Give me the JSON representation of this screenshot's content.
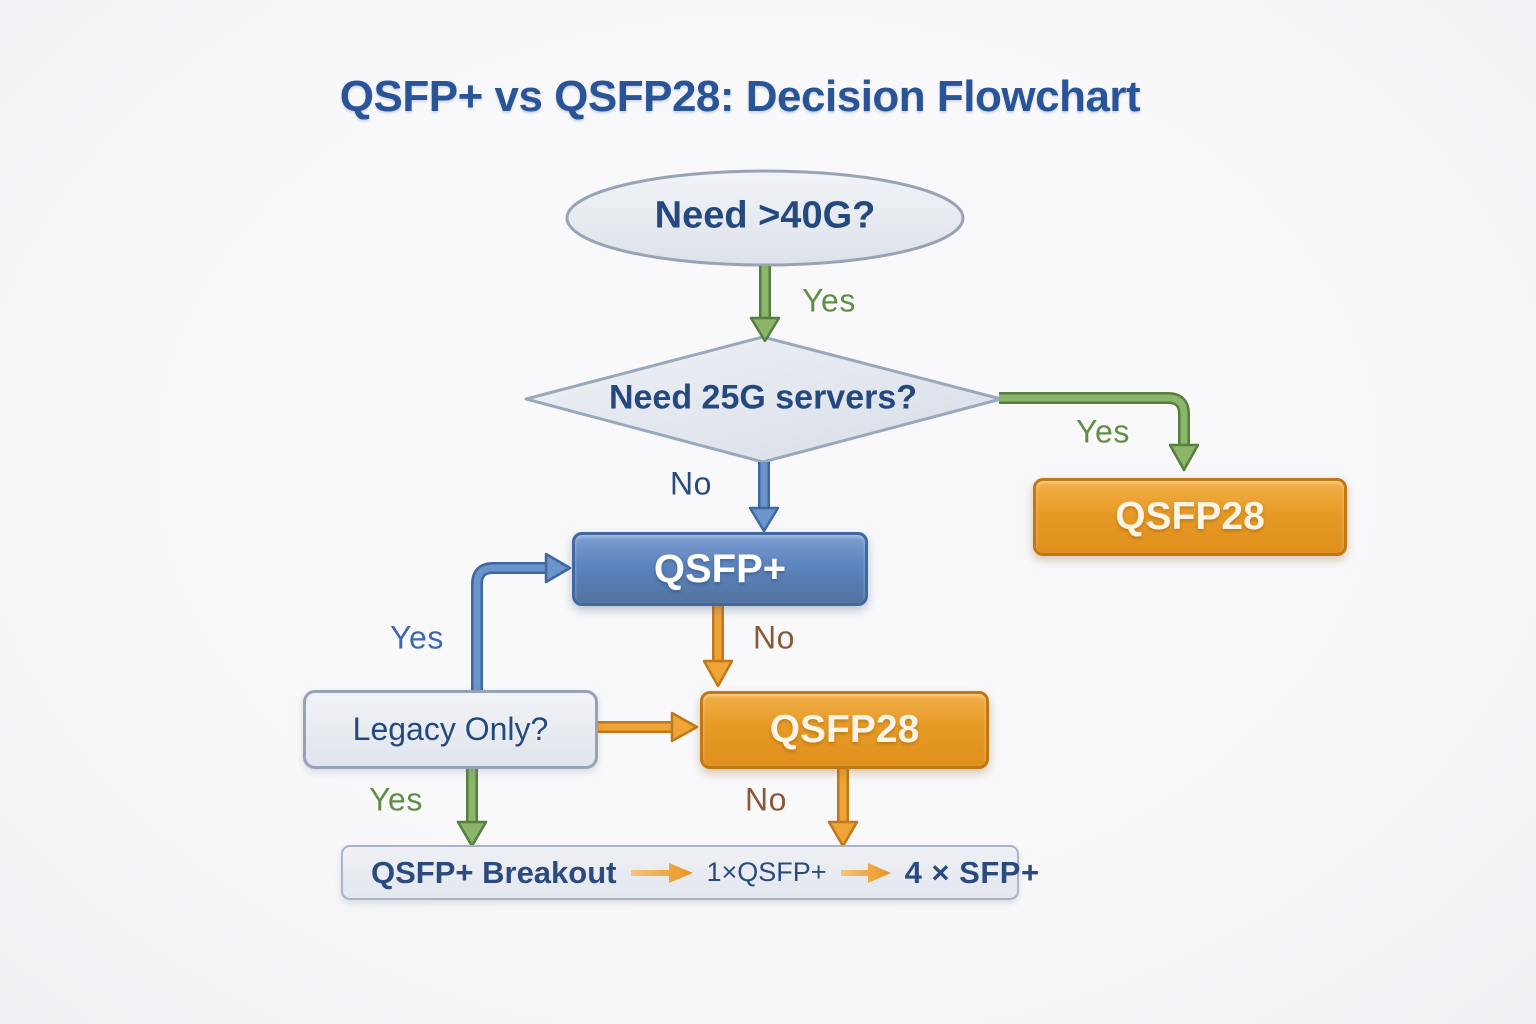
{
  "title": "QSFP+ vs QSFP28: Decision Flowchart",
  "nodes": {
    "start": {
      "label": "Need >40G?",
      "shape": "ellipse"
    },
    "need25g": {
      "label": "Need 25G servers?",
      "shape": "diamond"
    },
    "qsfp28_top": {
      "label": "QSFP28"
    },
    "qsfp_plus": {
      "label": "QSFP+"
    },
    "qsfp28_mid": {
      "label": "QSFP28"
    },
    "legacy": {
      "label": "Legacy Only?"
    },
    "breakout": {
      "title": "QSFP+ Breakout",
      "step1": "1×QSFP+",
      "step2": "4 × SFP+"
    }
  },
  "edge_labels": {
    "start_yes": "Yes",
    "need25g_yes": "Yes",
    "need25g_no": "No",
    "qsfp_plus_no": "No",
    "legacy_up_yes": "Yes",
    "legacy_down_yes": "Yes",
    "qsfp28_down_no": "No"
  },
  "colors": {
    "title_text": "#2A5498",
    "node_text": "#24497F",
    "green_arrow": "#8AB56A",
    "blue_arrow": "#6B94CB",
    "orange_arrow": "#F0A437",
    "brown_label": "#8A5A38",
    "box_orange": "#E79A26",
    "box_blue": "#5B83BD",
    "box_gray": "#E9ECF2"
  }
}
